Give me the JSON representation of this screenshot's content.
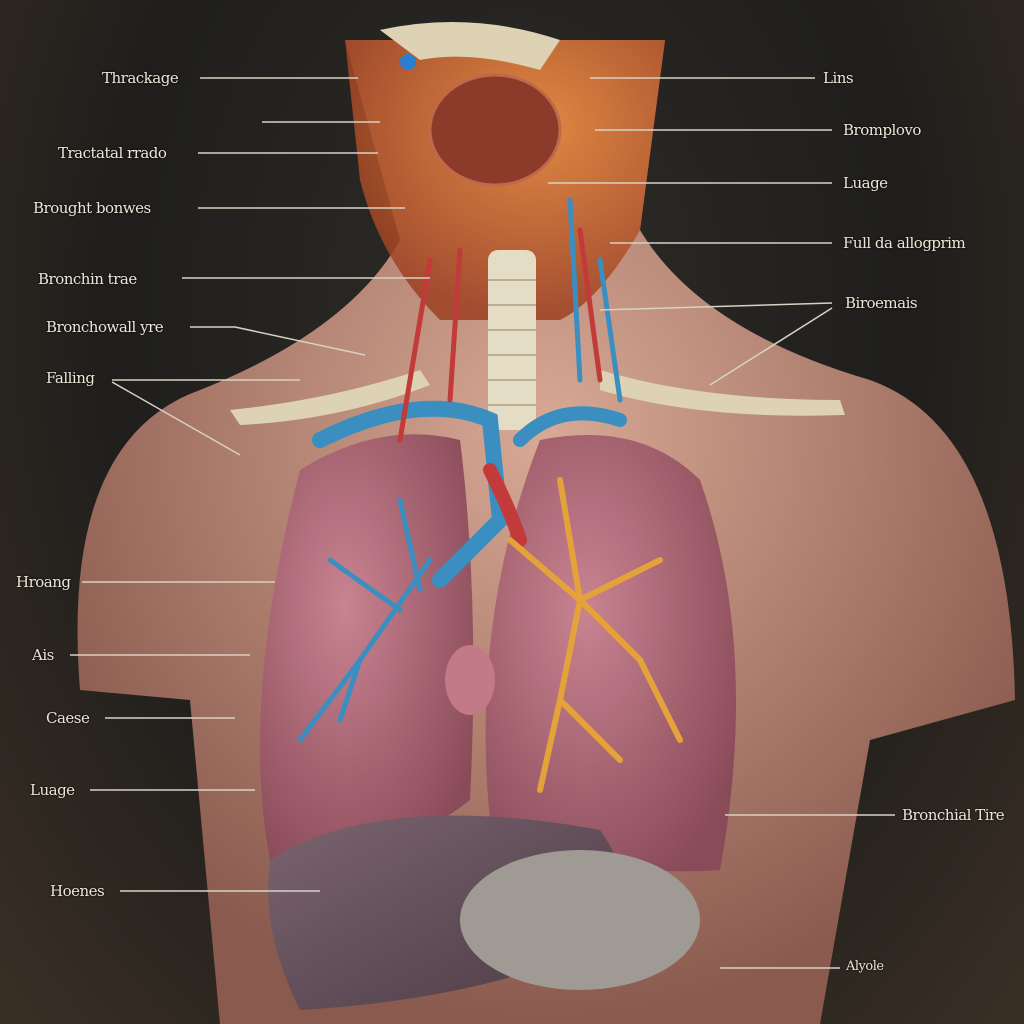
{
  "labels_left": [
    "Thrackage",
    "Tractatal rrado",
    "Brought bonwes",
    "Bronchin trae",
    "Bronchowall yre",
    "Falling",
    "Hroang",
    "Ais",
    "Caese",
    "Luage",
    "Hoenes"
  ],
  "labels_right": [
    "Lins",
    "Bromplovo",
    "Luage",
    "Full da allogprim",
    "Biroemais",
    "Bronchial Tire",
    "Alyole"
  ],
  "colors": {
    "background": "#1f1e1c",
    "lung": "#b06a78",
    "artery": "#3a8fc0",
    "bronchi_yellow": "#e3a33a",
    "skin": "#c99a85",
    "bone": "#ddd3b4"
  }
}
